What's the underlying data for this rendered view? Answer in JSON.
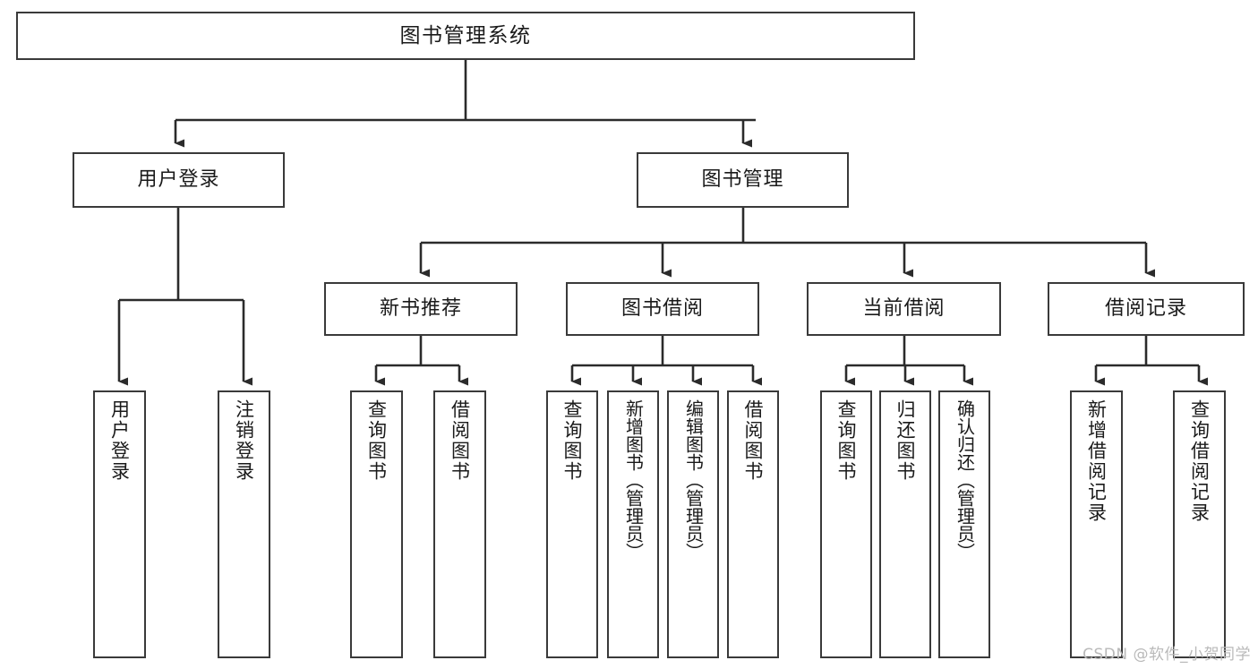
{
  "diagram": {
    "type": "tree",
    "title": "图书管理系统",
    "orientation": "top-down",
    "watermark": "CSDN @软件_小贺同学",
    "colors": {
      "box_border": "#3a3a3a",
      "box_fill": "#ffffff",
      "connector": "#2b2b2b",
      "text": "#1a1a1a",
      "watermark": "#b9b9b9",
      "background": "#ffffff"
    },
    "nodes": {
      "root": {
        "label": "图书管理系统"
      },
      "level2": [
        {
          "id": "user-login",
          "label": "用户登录"
        },
        {
          "id": "book-manage",
          "label": "图书管理"
        }
      ],
      "level3": [
        {
          "id": "new-book-recommend",
          "label": "新书推荐"
        },
        {
          "id": "book-borrow",
          "label": "图书借阅"
        },
        {
          "id": "current-borrow",
          "label": "当前借阅"
        },
        {
          "id": "borrow-record",
          "label": "借阅记录"
        }
      ],
      "leaves": {
        "user-login": [
          {
            "id": "leaf-user-login",
            "label": "用户登录"
          },
          {
            "id": "leaf-logout-login",
            "label": "注销登录"
          }
        ],
        "new-book-recommend": [
          {
            "id": "leaf-query-book-1",
            "label": "查询图书"
          },
          {
            "id": "leaf-borrow-book-1",
            "label": "借阅图书"
          }
        ],
        "book-borrow": [
          {
            "id": "leaf-query-book-2",
            "label": "查询图书"
          },
          {
            "id": "leaf-add-book-admin",
            "label": "新增图书（管理员）"
          },
          {
            "id": "leaf-edit-book-admin",
            "label": "编辑图书（管理员）"
          },
          {
            "id": "leaf-borrow-book-2",
            "label": "借阅图书"
          }
        ],
        "current-borrow": [
          {
            "id": "leaf-query-book-3",
            "label": "查询图书"
          },
          {
            "id": "leaf-return-book",
            "label": "归还图书"
          },
          {
            "id": "leaf-confirm-return-admin",
            "label": "确认归还（管理员）"
          }
        ],
        "borrow-record": [
          {
            "id": "leaf-add-borrow-record",
            "label": "新增借阅记录"
          },
          {
            "id": "leaf-query-borrow-record",
            "label": "查询借阅记录"
          }
        ]
      }
    }
  }
}
